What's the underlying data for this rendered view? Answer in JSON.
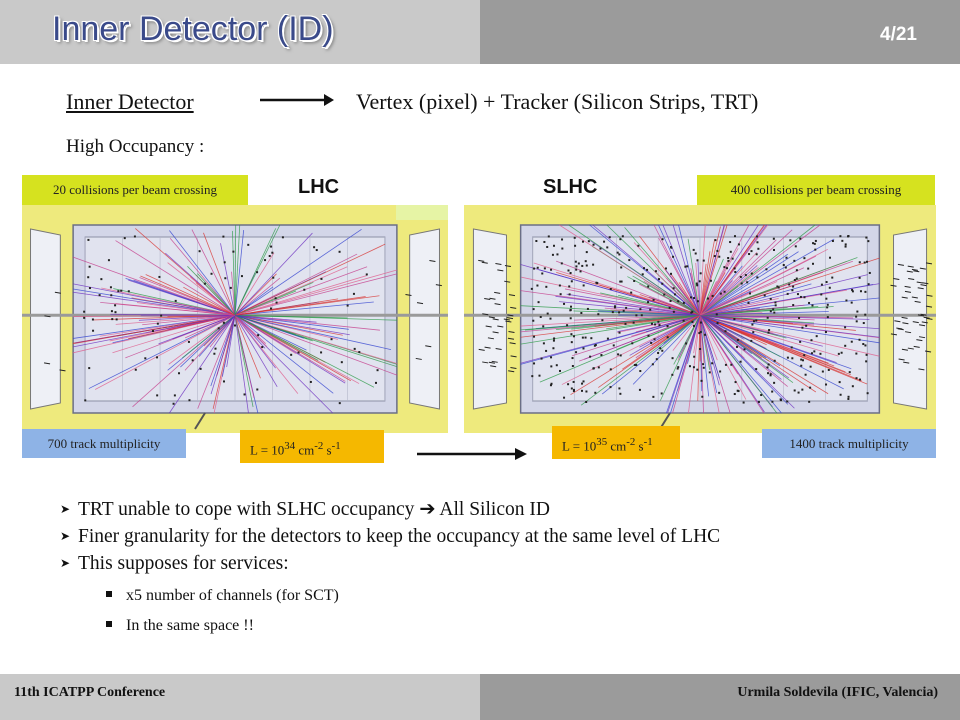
{
  "header": {
    "title": "Inner Detector (ID)",
    "page": "4/21"
  },
  "intro": {
    "left": "Inner Detector",
    "right": "Vertex (pixel) + Tracker (Silicon Strips, TRT)",
    "occupancy": "High Occupancy :"
  },
  "lhc": {
    "section_title": "LHC",
    "collisions": "20 collisions per beam crossing",
    "tracks": "700 track multiplicity",
    "lum_base": "L = 10",
    "lum_exp": "34",
    "lum_unit1": " cm",
    "lum_exp2": "-2",
    "lum_unit2": " s",
    "lum_exp3": "-1"
  },
  "slhc": {
    "section_title": "SLHC",
    "collisions": "400 collisions per beam crossing",
    "tracks": "1400 track multiplicity",
    "lum_base": "L = 10",
    "lum_exp": "35",
    "lum_unit1": " cm",
    "lum_exp2": "-2",
    "lum_unit2": " s",
    "lum_exp3": "-1"
  },
  "bullets": [
    {
      "before": "TRT unable to cope with SLHC occupancy ",
      "after": " All Silicon ID"
    },
    {
      "text": "Finer granularity for the detectors to keep the occupancy at the same level of LHC"
    },
    {
      "text": "This supposes for services:"
    }
  ],
  "sub_bullets": [
    "x5 number of channels (for SCT)",
    "In the same space !!"
  ],
  "footer": {
    "left": "11th ICATPP Conference",
    "right": "Urmila Soldevila (IFIC, Valencia)"
  },
  "colors": {
    "title": "#3a4a8a",
    "yellow_label": "#d6e21f",
    "blue_label": "#8eb3e6",
    "orange_label": "#f5b800",
    "panel_bg": "#eeea7d"
  }
}
